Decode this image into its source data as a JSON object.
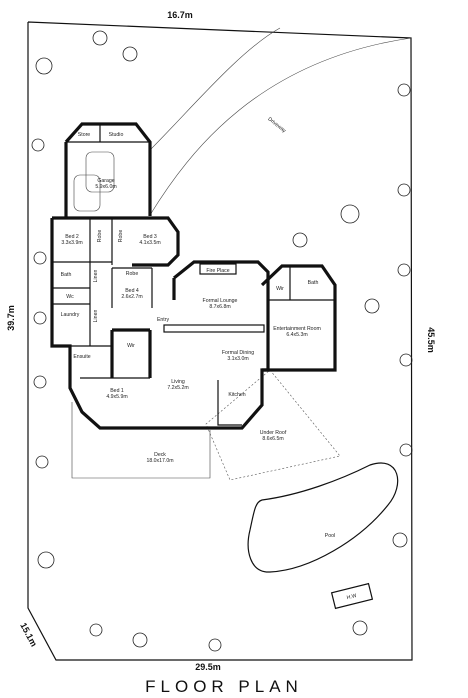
{
  "dimensions": {
    "top": "16.7m",
    "left": "39.7m",
    "right": "45.5m",
    "bottom": "29.5m",
    "corner": "15.1m"
  },
  "title": "FLOOR PLAN",
  "driveway": "Driveway",
  "rooms": {
    "store": "Store",
    "studio": "Studio",
    "garage_name": "Garage",
    "garage_size": "5.9x6.0m",
    "bed2_name": "Bed 2",
    "bed2_size": "3.3x3.9m",
    "robe1": "Robe",
    "robe2": "Robe",
    "robe3": "Robe",
    "bed3_name": "Bed 3",
    "bed3_size": "4.1x3.5m",
    "bath": "Bath",
    "linen": "Linen",
    "wc": "Wc",
    "laundry": "Laundry",
    "linen2": "Linen",
    "bed4_name": "Bed 4",
    "bed4_size": "2.6x2.7m",
    "fireplace": "Fire Place",
    "lounge_name": "Formal Lounge",
    "lounge_size": "8.7x6.8m",
    "entry": "Entry",
    "ensuite": "Ensuite",
    "wir1": "Wir",
    "wir2": "Wir",
    "bath2": "Bath",
    "ent_name": "Entertainment Room",
    "ent_size": "6.4x5.3m",
    "dining_name": "Formal Dining",
    "dining_size": "3.1x3.0m",
    "living_name": "Living",
    "living_size": "7.2x5.2m",
    "kitchen": "Kitchen",
    "bed1_name": "Bed 1",
    "bed1_size": "4.9x5.9m",
    "underroof_name": "Under Roof",
    "underroof_size": "8.6x6.5m",
    "deck_name": "Deck",
    "deck_size": "18.0x17.0m",
    "pool": "Pool",
    "shed": "H.W"
  }
}
